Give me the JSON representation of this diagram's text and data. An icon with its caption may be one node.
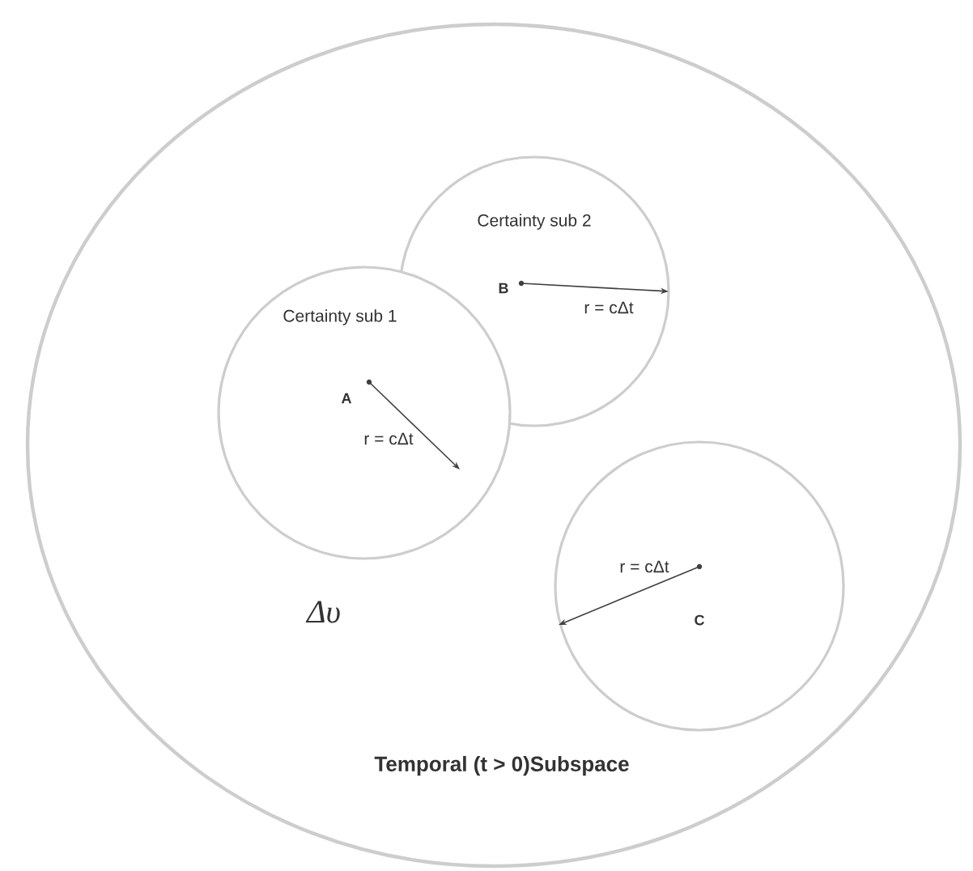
{
  "diagram": {
    "nodes": [
      {
        "text": [
          "Δυ",
          "Temporal (t > 0)Subspace"
        ]
      },
      {
        "text": [
          "Certainty sub 2",
          "B",
          "r = cΔt"
        ],
        "in": 0
      },
      {
        "text": [
          "Certainty sub 1",
          "A",
          "r = cΔt"
        ],
        "in": 0
      },
      {
        "text": [
          "r = cΔt",
          "C"
        ],
        "in": 0
      }
    ]
  }
}
